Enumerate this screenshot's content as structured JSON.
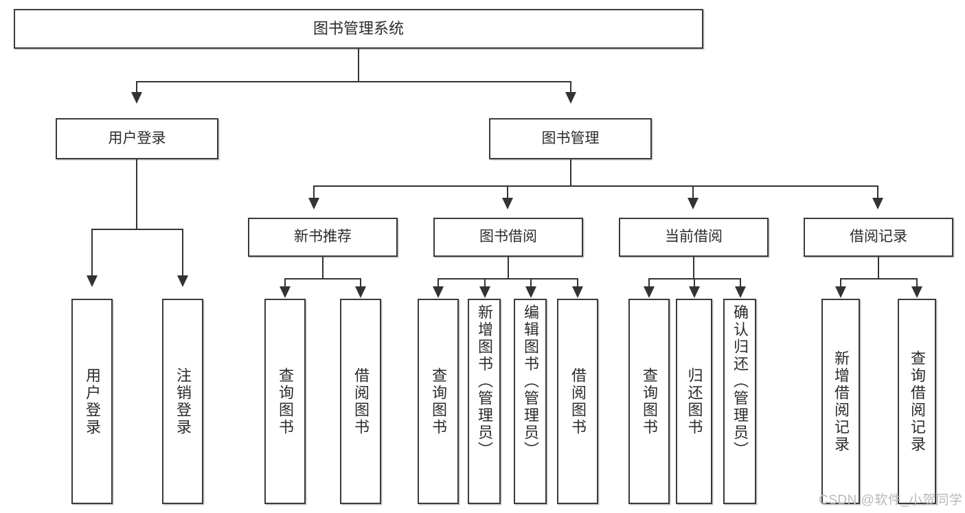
{
  "diagram": {
    "title": "图书管理系统",
    "watermark": "CSDN @软件_小贺同学",
    "theme": {
      "background": "#ffffff",
      "box_border": "#3a3a3a",
      "connector": "#333333",
      "text": "#2b2b2b",
      "watermark_color": "#b9b9b9"
    },
    "nodes": {
      "root": {
        "label": "图书管理系统"
      },
      "level2": [
        {
          "label": "用户登录"
        },
        {
          "label": "图书管理"
        }
      ],
      "level3": [
        {
          "label": "新书推荐"
        },
        {
          "label": "图书借阅"
        },
        {
          "label": "当前借阅"
        },
        {
          "label": "借阅记录"
        }
      ],
      "login_children": [
        {
          "label": "用户登录"
        },
        {
          "label": "注销登录"
        }
      ],
      "newbook_children": [
        {
          "label": "查询图书"
        },
        {
          "label": "借阅图书"
        }
      ],
      "borrow_children": [
        {
          "label": "查询图书"
        },
        {
          "label": "新增图书（管理员）"
        },
        {
          "label": "编辑图书（管理员）"
        },
        {
          "label": "借阅图书"
        }
      ],
      "current_children": [
        {
          "label": "查询图书"
        },
        {
          "label": "归还图书"
        },
        {
          "label": "确认归还（管理员）"
        }
      ],
      "record_children": [
        {
          "label": "新增借阅记录"
        },
        {
          "label": "查询借阅记录"
        }
      ]
    }
  }
}
